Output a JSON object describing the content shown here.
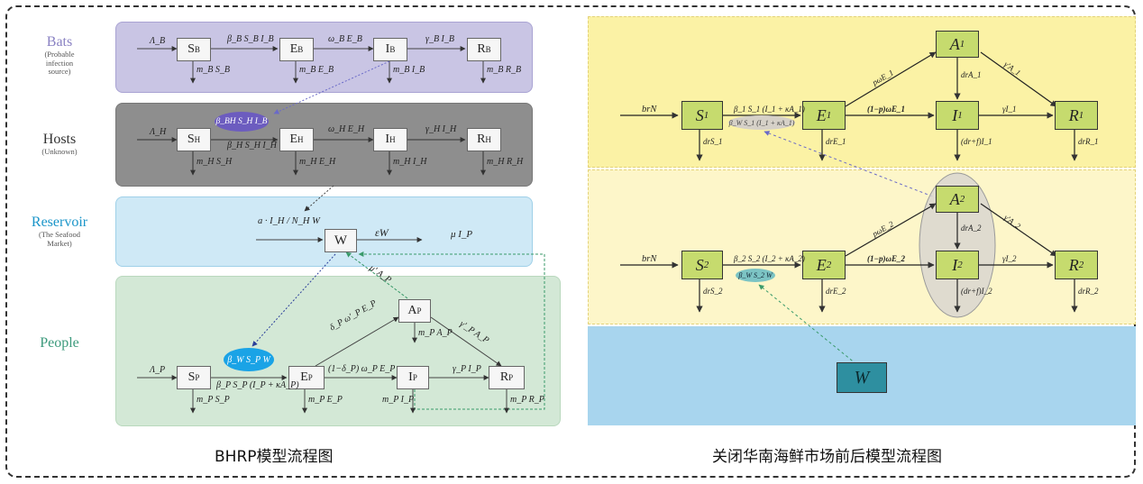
{
  "left_panel": {
    "rows": {
      "bats": {
        "title": "Bats",
        "subtitle_lines": [
          "(Probable",
          "infection",
          "source)"
        ],
        "color": "#8a82c3"
      },
      "hosts": {
        "title": "Hosts",
        "subtitle_lines": [
          "(Unknown)"
        ],
        "color": "#333333"
      },
      "reservoir": {
        "title": "Reservoir",
        "subtitle_lines": [
          "(The Seafood",
          "Market)"
        ],
        "color": "#1a95c9"
      },
      "people": {
        "title": "People",
        "subtitle_lines": [],
        "color": "#3c9a7c"
      }
    },
    "bats_row": {
      "compartments": [
        "S",
        "E",
        "I",
        "R"
      ],
      "subscript": "B",
      "inflow": "Λ_B",
      "transitions": [
        "β_B S_B I_B",
        "ω_B E_B",
        "γ_B I_B"
      ],
      "deaths": [
        "m_B S_B",
        "m_B E_B",
        "m_B I_B",
        "m_B R_B"
      ]
    },
    "hosts_row": {
      "compartments": [
        "S",
        "E",
        "I",
        "R"
      ],
      "subscript": "H",
      "inflow": "Λ_H",
      "transitions": [
        "β_H S_H I_H",
        "ω_H E_H",
        "γ_H I_H"
      ],
      "deaths": [
        "m_H S_H",
        "m_H E_H",
        "m_H I_H",
        "m_H R_H"
      ],
      "bat_to_host": "β_BH S_H I_B"
    },
    "reservoir_row": {
      "compartment": "W",
      "shedding_fraction": "a · I_H / N_H W",
      "decay": "εW",
      "people_shed_I": "μ I_P",
      "people_shed_A": "μ' A_P"
    },
    "people_row": {
      "compartments": [
        "S",
        "E",
        "I",
        "R",
        "A"
      ],
      "subscript": "P",
      "inflow": "Λ_P",
      "reservoir_infection": "β_W S_P W",
      "transmission": "β_P S_P (I_P + κA_P)",
      "to_A": "δ_P ω'_P E_P",
      "to_I": "(1−δ_P) ω_P E_P",
      "I_to_R": "γ_P I_P",
      "A_to_R": "γ'_P A_P",
      "deaths": [
        "m_P S_P",
        "m_P E_P",
        "m_P I_P",
        "m_P R_P",
        "m_P A_P"
      ]
    },
    "caption": "BHRP模型流程图"
  },
  "right_panel": {
    "stage1": {
      "compartments": [
        "S",
        "E",
        "A",
        "I",
        "R"
      ],
      "subscript": "1",
      "inflow": "brN",
      "infection": "β_1 S_1 (I_1 + κA_1)",
      "infection_secondary": "β_W S_1 (I_1 + κA_1)",
      "to_A": "pωE_1",
      "to_I": "(1−p)ωE_1",
      "A_to_R": "γ'A_1",
      "I_to_R": "γI_1",
      "deaths": [
        "drS_1",
        "drE_1",
        "drA_1",
        "(dr+f)I_1",
        "drR_1"
      ]
    },
    "stage2": {
      "compartments": [
        "S",
        "E",
        "A",
        "I",
        "R"
      ],
      "subscript": "2",
      "inflow": "brN",
      "infection": "β_2 S_2 (I_2 + κA_2)",
      "reservoir_infection": "β_W S_2 W",
      "to_A": "pωE_2",
      "to_I": "(1−p)ωE_2",
      "A_to_R": "γ'A_2",
      "I_to_R": "γI_2",
      "deaths": [
        "drS_2",
        "drE_2",
        "drA_2",
        "(dr+f)I_2",
        "drR_2"
      ]
    },
    "reservoir": {
      "compartment": "W"
    },
    "caption": "关闭华南海鲜市场前后模型流程图"
  }
}
